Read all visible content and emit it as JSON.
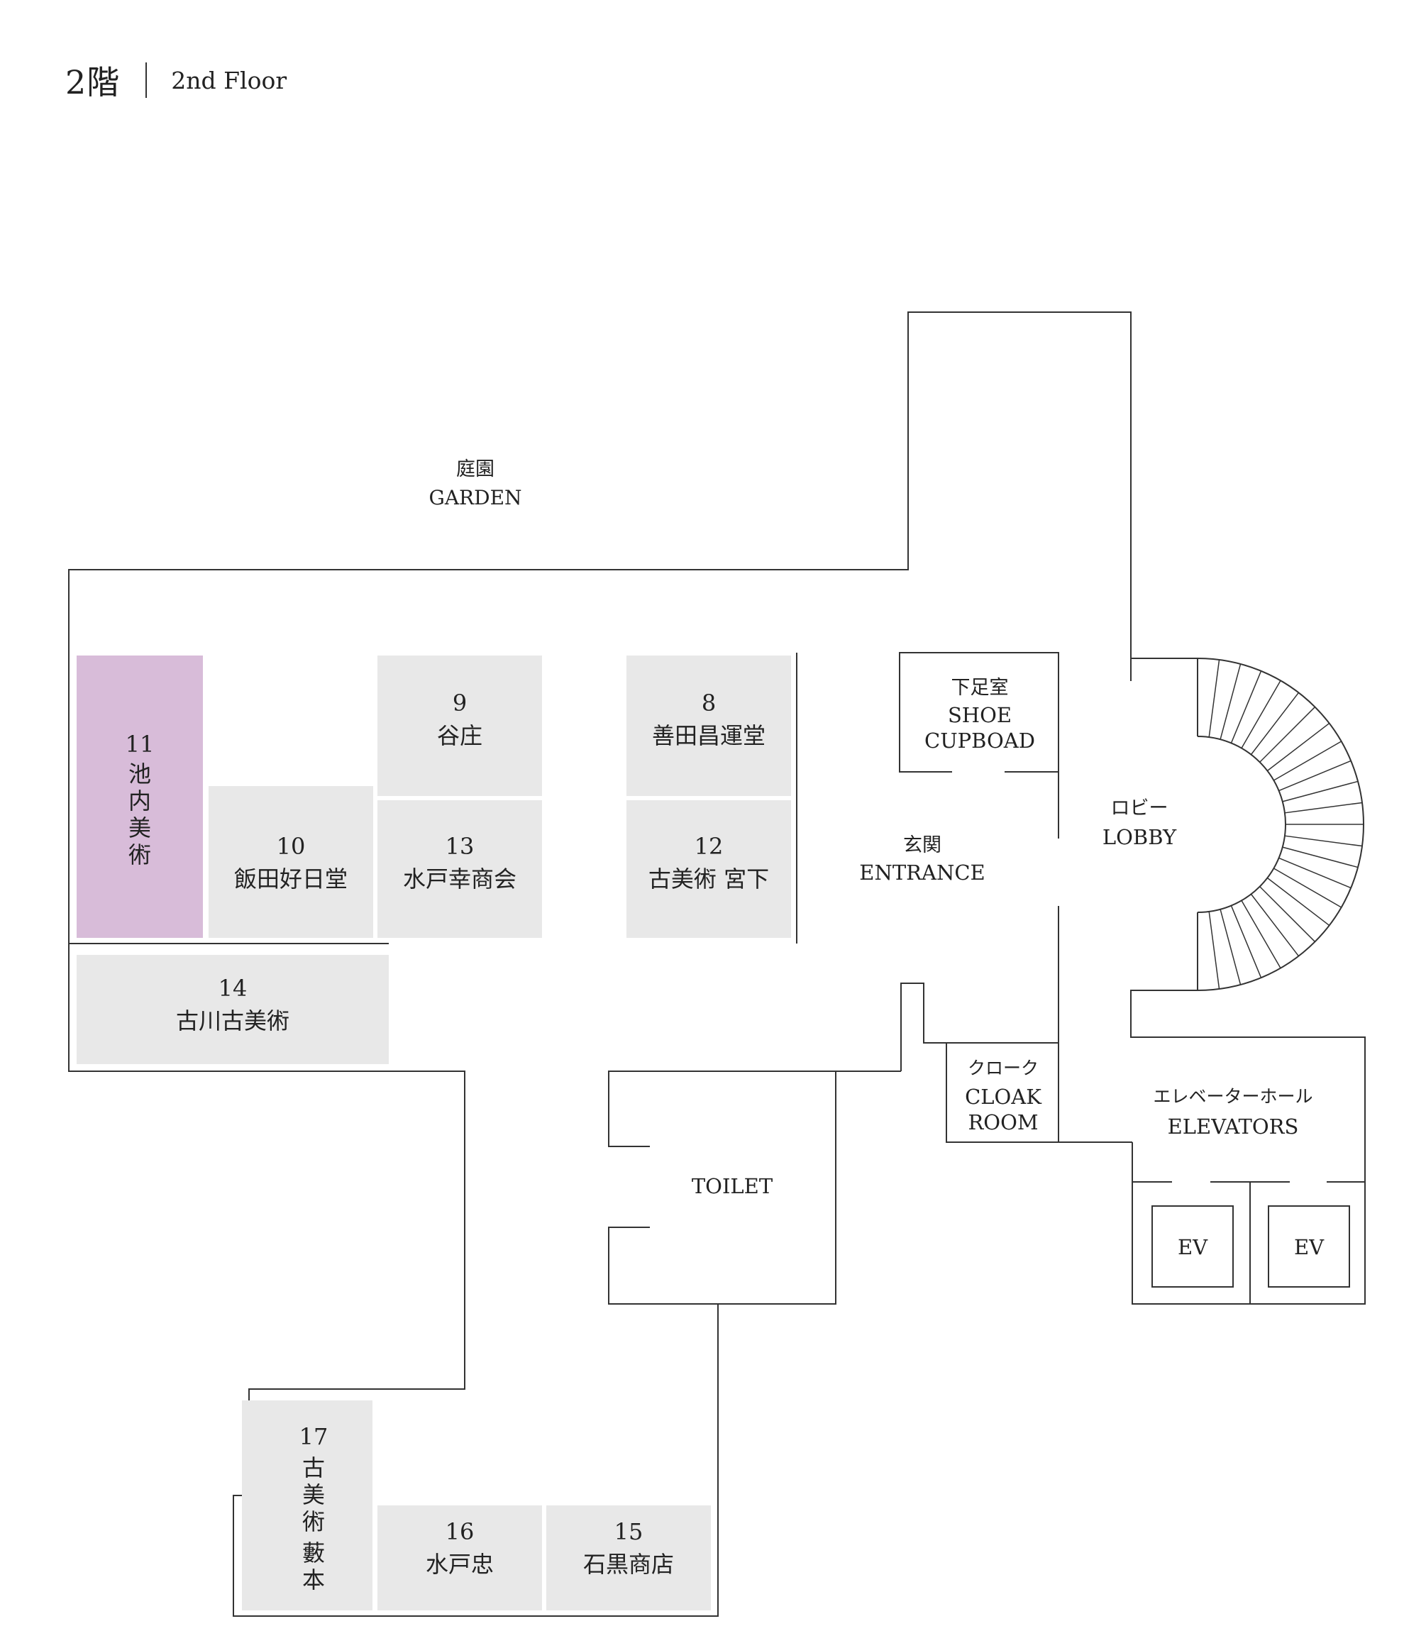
{
  "header": {
    "floor_jp": "2階",
    "floor_en": "2nd Floor"
  },
  "colors": {
    "booth": "#e8e8e8",
    "highlight": "#d8bcd9",
    "wall": "#333333"
  },
  "areas": {
    "garden_jp": "庭園",
    "garden_en": "GARDEN",
    "shoe_jp": "下足室",
    "shoe_en1": "SHOE",
    "shoe_en2": "CUPBOAD",
    "entrance_jp": "玄関",
    "entrance_en": "ENTRANCE",
    "lobby_jp": "ロビー",
    "lobby_en": "LOBBY",
    "cloak_jp": "クローク",
    "cloak_en1": "CLOAK",
    "cloak_en2": "ROOM",
    "elevators_jp": "エレベーターホール",
    "elevators_en": "ELEVATORS",
    "ev1": "EV",
    "ev2": "EV",
    "toilet": "TOILET"
  },
  "booths": {
    "b8": {
      "num": "8",
      "name": "善田昌運堂"
    },
    "b9": {
      "num": "9",
      "name": "谷庄"
    },
    "b10": {
      "num": "10",
      "name": "飯田好日堂"
    },
    "b11": {
      "num": "11",
      "name_lines": [
        "池",
        "内",
        "美",
        "術"
      ],
      "highlighted": true
    },
    "b12": {
      "num": "12",
      "name": "古美術 宮下"
    },
    "b13": {
      "num": "13",
      "name": "水戸幸商会"
    },
    "b14": {
      "num": "14",
      "name": "古川古美術"
    },
    "b15": {
      "num": "15",
      "name": "石黒商店"
    },
    "b16": {
      "num": "16",
      "name": "水戸忠"
    },
    "b17": {
      "num": "17",
      "name_lines": [
        "古",
        "美",
        "術",
        "藪",
        "本"
      ]
    }
  }
}
